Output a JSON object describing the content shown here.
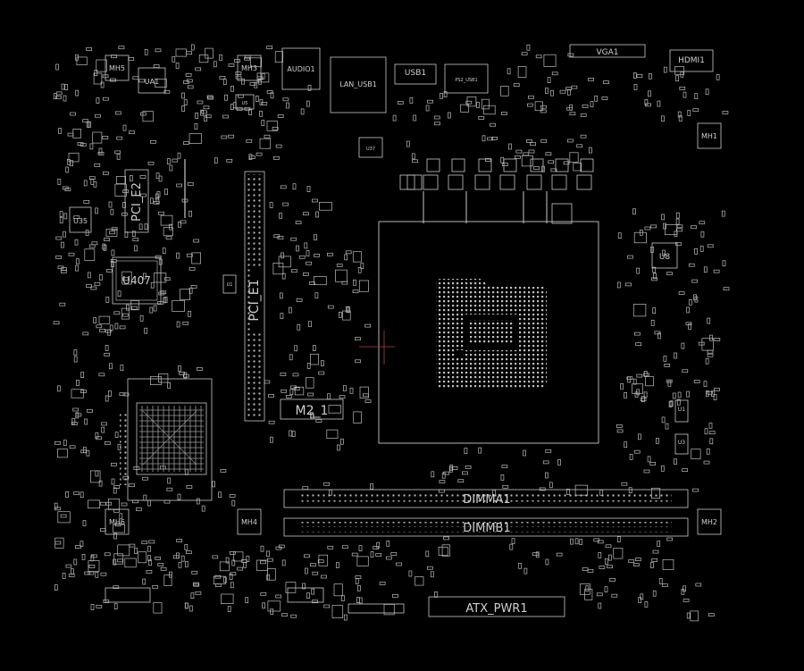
{
  "labels": {
    "mh5": "MH5",
    "ua1": "UA1",
    "mh3": "MH3",
    "audio1": "AUDIO1",
    "lan_usb1": "LAN_USB1",
    "usb1": "USB1",
    "ps2_usb1": "PS2_USB1",
    "vga1": "VGA1",
    "hdmi1": "HDMI1",
    "mh1": "MH1",
    "pcie2": "PCI_E2",
    "u35": "U35",
    "u407": "U407",
    "pcie1": "PCI_E1",
    "u8": "U8",
    "m2_1": "M2_1",
    "dimma1": "DIMMA1",
    "dimmb1": "DIMMB1",
    "mh6": "MH6",
    "mh4": "MH4",
    "mh2": "MH2",
    "atx_pwr1": "ATX_PWR1",
    "u1": "U1",
    "u3": "U3",
    "u2": "U2",
    "u1b": "U1",
    "u37": "U37",
    "u5": "U5"
  },
  "colors": {
    "background": "#000000",
    "outline": "#c8c8c8",
    "label": "#cfcfcf",
    "marker": "#b04040"
  }
}
